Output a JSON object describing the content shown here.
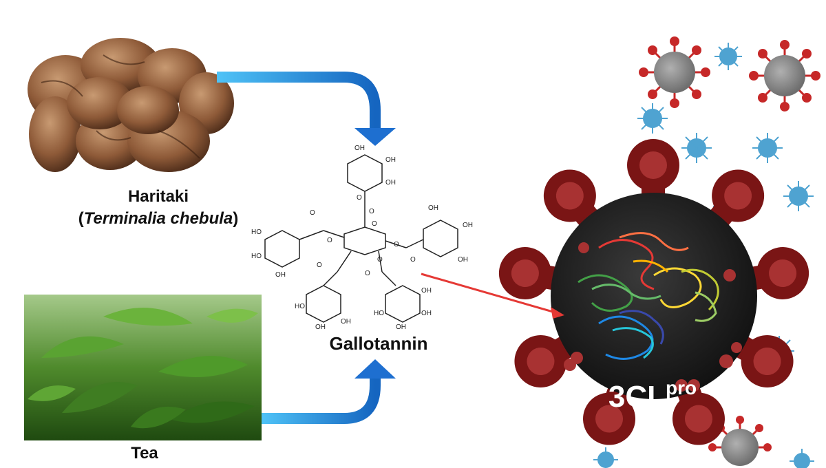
{
  "haritaki": {
    "name": "Haritaki",
    "paren_open": "(",
    "latin": "Terminalia chebula",
    "paren_close": ")"
  },
  "tea": {
    "name": "Tea"
  },
  "compound": {
    "name": "Gallotannin",
    "atom_o": "O",
    "atom_oh": "OH",
    "atom_ho": "HO"
  },
  "enzyme": {
    "base": "3CL",
    "sup": "pro"
  },
  "colors": {
    "flow_arrow": "#1e88e5",
    "inhibition_arrow": "#e53935",
    "virus_body": "#1c1c1c",
    "spike": "#7a1515",
    "small_virus_red": "#c62828",
    "small_virus_blue": "#4fa3d1"
  }
}
